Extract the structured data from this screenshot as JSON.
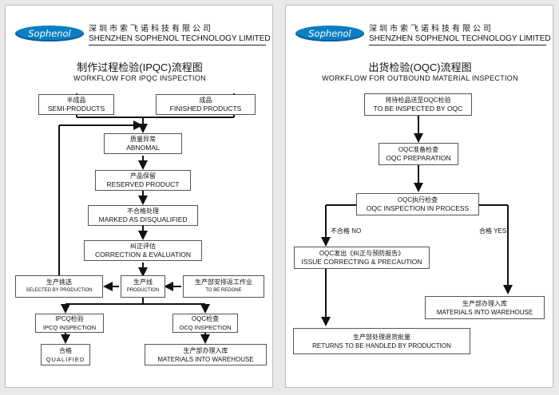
{
  "header": {
    "logo_text": "Sophenol",
    "company_cn": "深圳市索飞诺科技有限公司",
    "company_en": "SHENZHEN SOPHENOL TECHNOLOGY LIMITED"
  },
  "ipqc": {
    "title_cn": "制作过程检验(IPQC)流程图",
    "title_en": "WORKFLOW FOR IPQC INSPECTION",
    "semi": {
      "cn": "半成品",
      "en": "SEMI-PRODUCTS"
    },
    "finished": {
      "cn": "成品",
      "en": "FINISHED PRODUCTS"
    },
    "abnomal": {
      "cn": "质量异常",
      "en": "ABNOMAL"
    },
    "reserved": {
      "cn": "产品保留",
      "en": "RESERVED PRODUCT"
    },
    "disq": {
      "cn": "不合格处理",
      "en": "MARKED AS DISQUALIFIED"
    },
    "correction": {
      "cn": "纠正评估",
      "en": "CORRECTION & EVALUATION"
    },
    "selected": {
      "cn": "生产挑选",
      "en": "SELECTED BY PRODUCTION"
    },
    "production": {
      "cn": "生产线",
      "en": "PRODUCTION"
    },
    "redone": {
      "cn": "生产部安排返工作业",
      "en": "TO BE REDONE"
    },
    "ipcq": {
      "cn": "IPCQ检验",
      "en": "IPCQ INSPECTION"
    },
    "ocq": {
      "cn": "OQC检查",
      "en": "OCQ INSPECTION"
    },
    "qualified": {
      "cn": "合格",
      "en": "QUALIFIED"
    },
    "warehouse": {
      "cn": "生产部办理入库",
      "en": "MATERIALS INTO WAREHOUSE"
    }
  },
  "oqc": {
    "title_cn": "出货检验(OQC)流程图",
    "title_en": "WORKFLOW FOR OUTBOUND MATERIAL INSPECTION",
    "tobe": {
      "cn": "将待检品送至OQC检验",
      "en": "TO BE INSPECTED BY OQC"
    },
    "prep": {
      "cn": "OQC准备检查",
      "en": "OQC PREPARATION"
    },
    "process": {
      "cn": "OQC执行检查",
      "en": "OQC INSPECTION IN PROCESS"
    },
    "no_label": "不合格 NO",
    "yes_label": "合格 YES",
    "issue": {
      "cn": "OQC发出《纠正与预防报告》",
      "en": "ISSUE CORRECTING & PRECAUTION"
    },
    "warehouse": {
      "cn": "生产部办理入库",
      "en": "MATERIALS INTO WAREHOUSE"
    },
    "returns": {
      "cn": "生产部处理退货批量",
      "en": "RETURNS TO BE HANDLED BY PRODUCTION"
    }
  }
}
